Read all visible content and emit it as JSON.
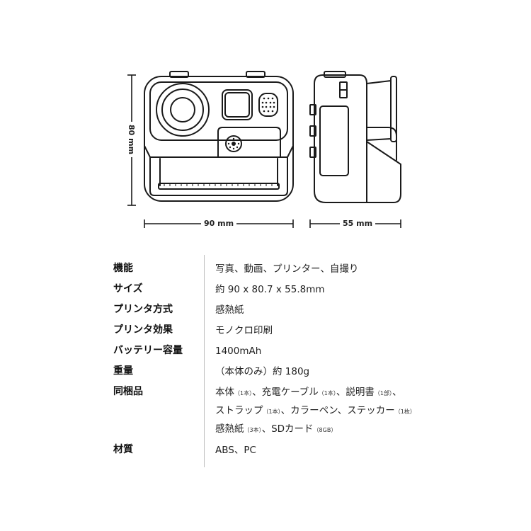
{
  "dimensions": {
    "width_label": "90 mm",
    "depth_label": "55 mm",
    "height_label": "80 mm"
  },
  "specs": [
    {
      "key": "機能",
      "value": "写真、動画、プリンター、自撮り"
    },
    {
      "key": "サイズ",
      "value": "約 90 x 80.7 x 55.8mm"
    },
    {
      "key": "プリンタ方式",
      "value": "感熱紙"
    },
    {
      "key": "プリンタ効果",
      "value": "モノクロ印刷"
    },
    {
      "key": "バッテリー容量",
      "value": "1400mAh"
    },
    {
      "key": "重量",
      "value": "（本体のみ）約 180g"
    },
    {
      "key": "同梱品",
      "line1": {
        "a": "本体",
        "a_note": "（1本）",
        "b": "、充電ケーブル",
        "b_note": "（1本）",
        "c": "、説明書",
        "c_note": "（1部）",
        "d": "、"
      },
      "line2": {
        "a": "ストラップ",
        "a_note": "（1本）",
        "b": "、カラーペン、ステッカー",
        "b_note": "（1枚）"
      },
      "line3": {
        "a": "感熱紙",
        "a_note": "（3本）",
        "b": "、SDカード",
        "b_note": "（8GB）"
      }
    },
    {
      "key": "材質",
      "value": "ABS、PC"
    }
  ]
}
